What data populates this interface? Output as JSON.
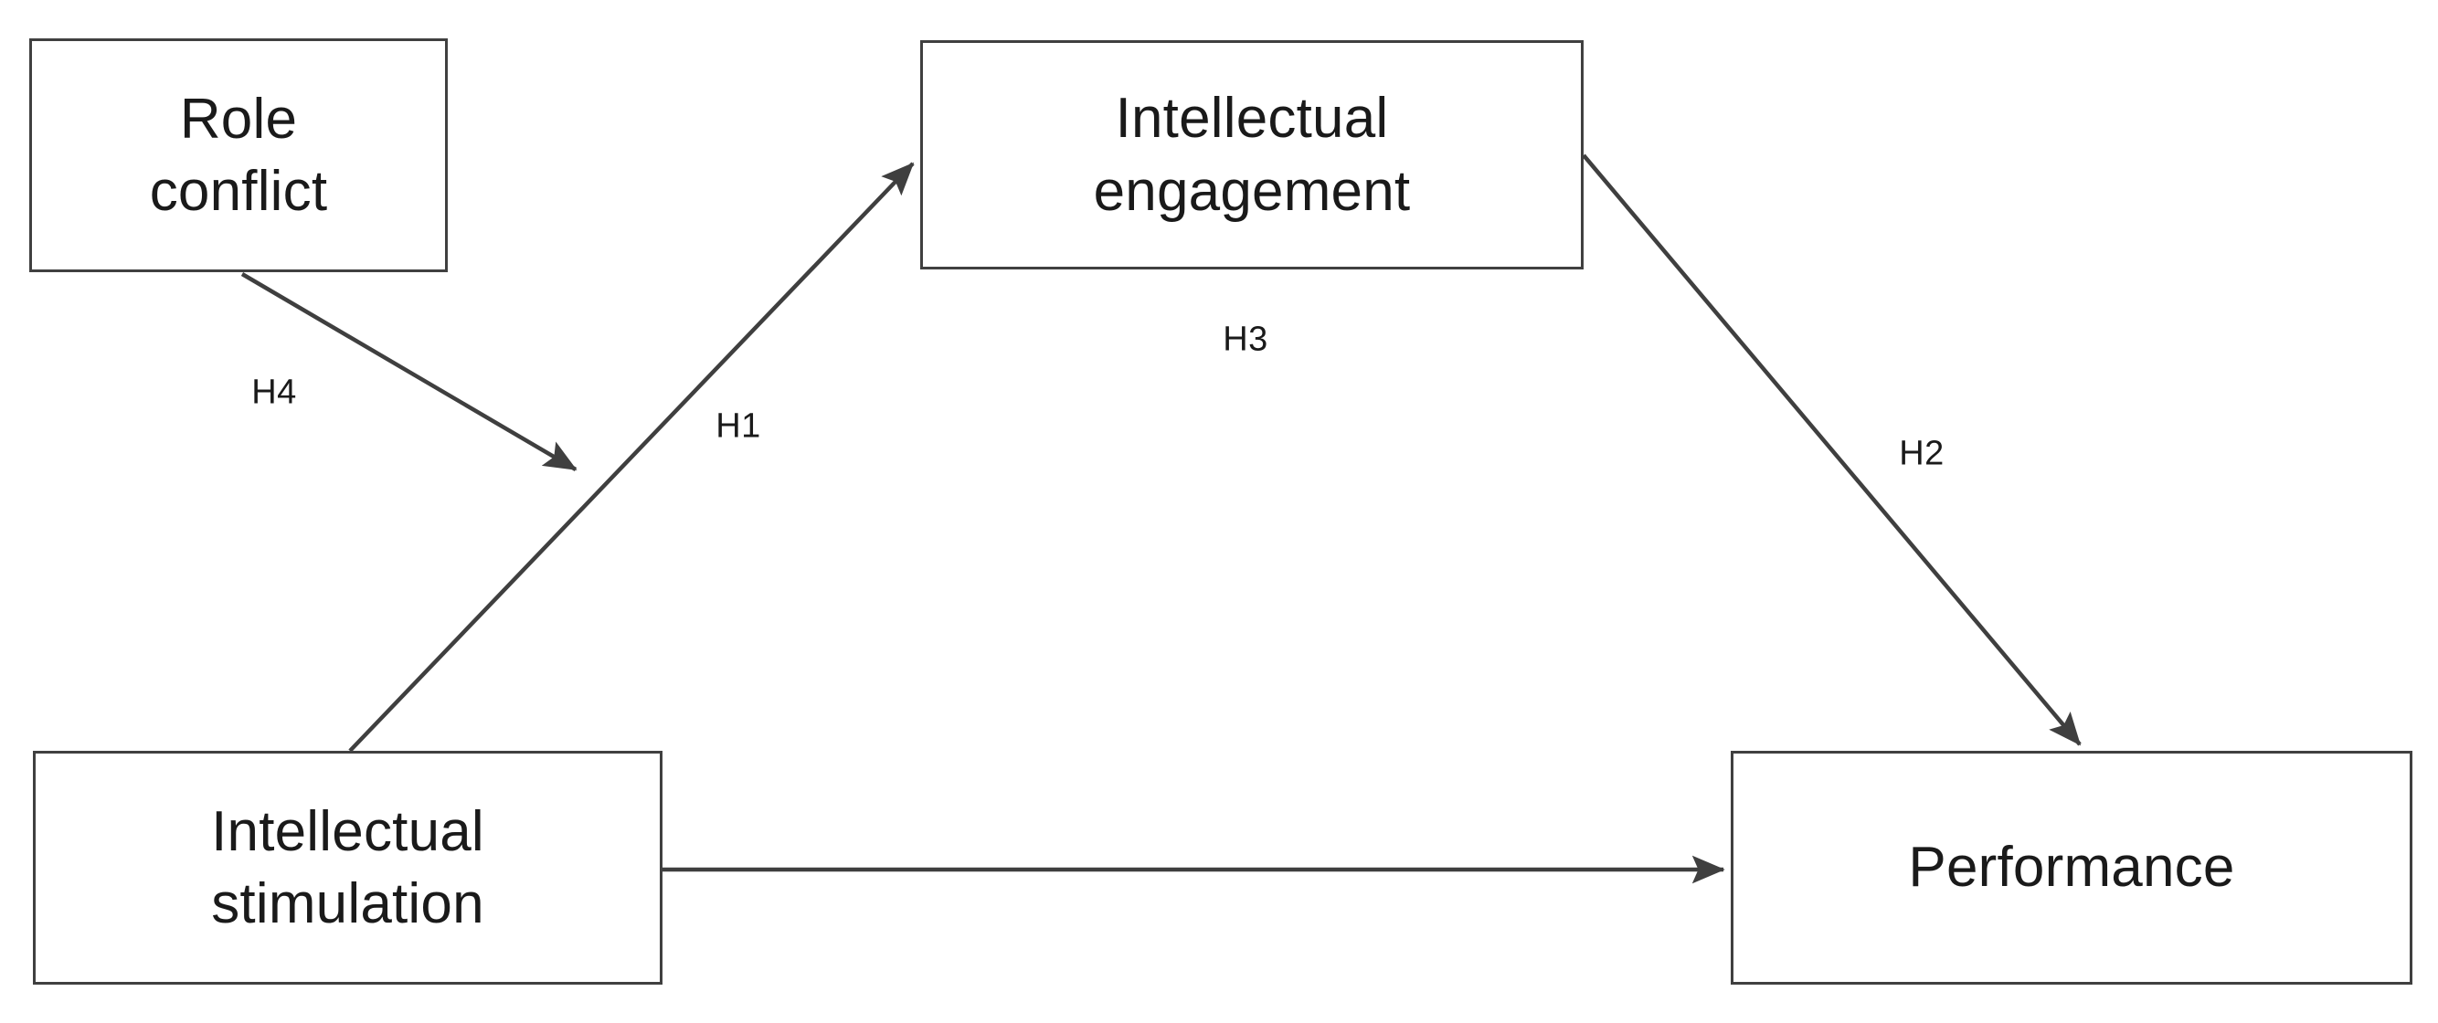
{
  "diagram": {
    "type": "conceptual-research-model",
    "background_color": "#ffffff",
    "line_color": "#3f3f3f",
    "text_color": "#1a1a1a",
    "nodes": [
      {
        "id": "role-conflict",
        "label": "Role\nconflict"
      },
      {
        "id": "intellectual-engagement",
        "label": "Intellectual\nengagement"
      },
      {
        "id": "intellectual-stimulation",
        "label": "Intellectual\nstimulation"
      },
      {
        "id": "performance",
        "label": "Performance"
      }
    ],
    "edges": [
      {
        "id": "h1",
        "label": "H1",
        "from": "intellectual-stimulation",
        "to": "intellectual-engagement",
        "style": "solid-arrow"
      },
      {
        "id": "h2",
        "label": "H2",
        "from": "intellectual-engagement",
        "to": "performance",
        "style": "solid-arrow"
      },
      {
        "id": "h3",
        "label": "H3",
        "from": "intellectual-stimulation",
        "to": "performance",
        "style": "solid-arrow"
      },
      {
        "id": "h4",
        "label": "H4",
        "from": "role-conflict",
        "to": "h1",
        "style": "solid-arrow-moderator"
      }
    ]
  }
}
